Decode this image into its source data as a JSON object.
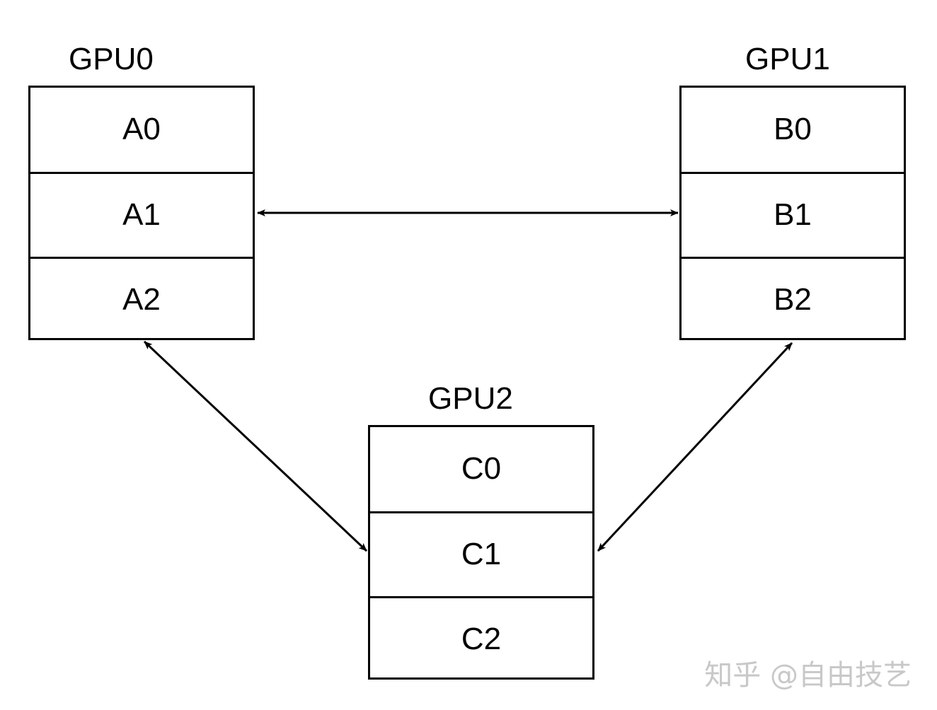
{
  "gpus": [
    {
      "title": "GPU0",
      "cells": [
        "A0",
        "A1",
        "A2"
      ]
    },
    {
      "title": "GPU1",
      "cells": [
        "B0",
        "B1",
        "B2"
      ]
    },
    {
      "title": "GPU2",
      "cells": [
        "C0",
        "C1",
        "C2"
      ]
    }
  ],
  "connections": [
    {
      "from": "A1",
      "to": "B1"
    },
    {
      "from": "A2",
      "to": "C1"
    },
    {
      "from": "B2",
      "to": "C1"
    }
  ],
  "watermark": "知乎 @自由技艺"
}
